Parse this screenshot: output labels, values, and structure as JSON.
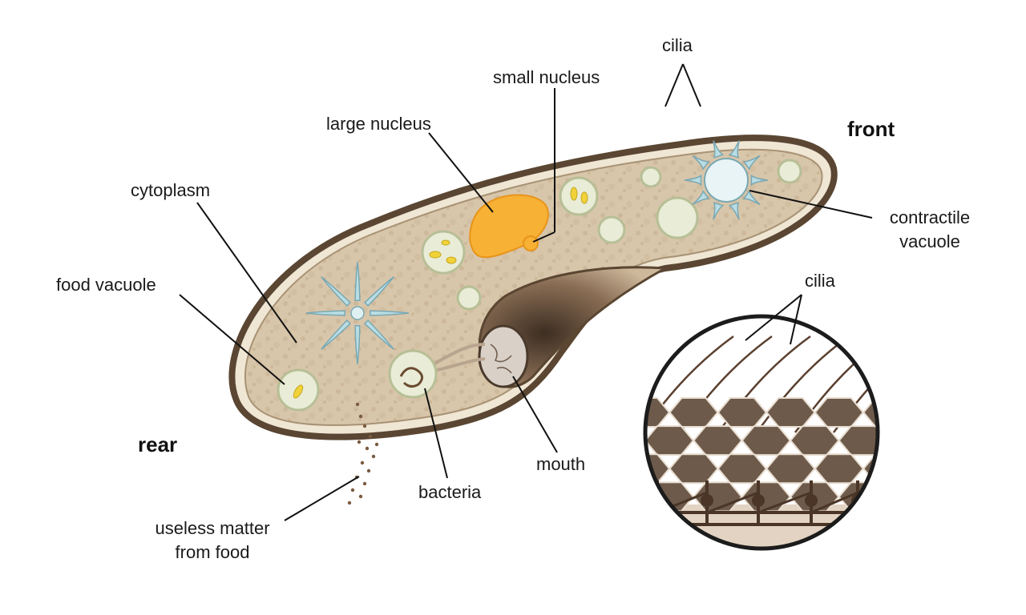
{
  "labels": {
    "cilia_top": "cilia",
    "small_nucleus": "small nucleus",
    "large_nucleus": "large nucleus",
    "front": "front",
    "cytoplasm": "cytoplasm",
    "contractile_vacuole_1": "contractile",
    "contractile_vacuole_2": "vacuole",
    "food_vacuole": "food vacuole",
    "cilia_inset": "cilia",
    "rear": "rear",
    "mouth": "mouth",
    "bacteria": "bacteria",
    "useless_matter_1": "useless matter",
    "useless_matter_2": "from food"
  },
  "colors": {
    "outline": "#5a4632",
    "body_fill": "#d9c8ae",
    "nucleus": "#f5a623",
    "vacuole_fill": "#e8ecd9",
    "star_vacuole": "#b9dde4",
    "inset_border": "#1c1c1c",
    "hex_fill": "#6d5a4a"
  }
}
